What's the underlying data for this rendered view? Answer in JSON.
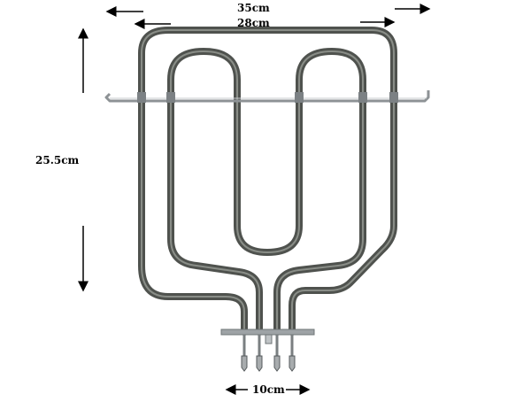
{
  "dimensions": {
    "overall_width": "35cm",
    "inner_width": "28cm",
    "height": "25.5cm",
    "terminal_spacing": "10cm"
  },
  "colors": {
    "element_tube": "#5b5e5a",
    "element_highlight": "#a9aca6",
    "bracket_steel": "#9ea3a6",
    "arrow": "#000000"
  }
}
